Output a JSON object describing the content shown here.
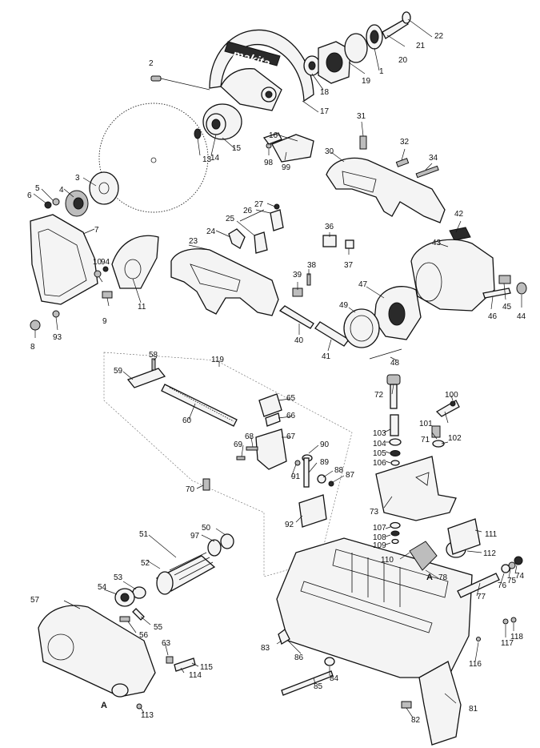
{
  "brand_logo": "makita",
  "group_markers": {
    "a_left": "A",
    "a_right": "A"
  },
  "callouts": [
    {
      "id": "1",
      "text": "1"
    },
    {
      "id": "2",
      "text": "2"
    },
    {
      "id": "3",
      "text": "3"
    },
    {
      "id": "4",
      "text": "4"
    },
    {
      "id": "5",
      "text": "5"
    },
    {
      "id": "6",
      "text": "6"
    },
    {
      "id": "7",
      "text": "7"
    },
    {
      "id": "8",
      "text": "8"
    },
    {
      "id": "9",
      "text": "9"
    },
    {
      "id": "10",
      "text": "10"
    },
    {
      "id": "11",
      "text": "11"
    },
    {
      "id": "13",
      "text": "13"
    },
    {
      "id": "14",
      "text": "14"
    },
    {
      "id": "15",
      "text": "15"
    },
    {
      "id": "16",
      "text": "16"
    },
    {
      "id": "17",
      "text": "17"
    },
    {
      "id": "18",
      "text": "18"
    },
    {
      "id": "19",
      "text": "19"
    },
    {
      "id": "20",
      "text": "20"
    },
    {
      "id": "21",
      "text": "21"
    },
    {
      "id": "22",
      "text": "22"
    },
    {
      "id": "23",
      "text": "23"
    },
    {
      "id": "24",
      "text": "24"
    },
    {
      "id": "25",
      "text": "25"
    },
    {
      "id": "26",
      "text": "26"
    },
    {
      "id": "27",
      "text": "27"
    },
    {
      "id": "30",
      "text": "30"
    },
    {
      "id": "31",
      "text": "31"
    },
    {
      "id": "32",
      "text": "32"
    },
    {
      "id": "34",
      "text": "34"
    },
    {
      "id": "36",
      "text": "36"
    },
    {
      "id": "37",
      "text": "37"
    },
    {
      "id": "38",
      "text": "38"
    },
    {
      "id": "39",
      "text": "39"
    },
    {
      "id": "40",
      "text": "40"
    },
    {
      "id": "41",
      "text": "41"
    },
    {
      "id": "42",
      "text": "42"
    },
    {
      "id": "43",
      "text": "43"
    },
    {
      "id": "44",
      "text": "44"
    },
    {
      "id": "45",
      "text": "45"
    },
    {
      "id": "46",
      "text": "46"
    },
    {
      "id": "47",
      "text": "47"
    },
    {
      "id": "48",
      "text": "48"
    },
    {
      "id": "49",
      "text": "49"
    },
    {
      "id": "50",
      "text": "50"
    },
    {
      "id": "51",
      "text": "51"
    },
    {
      "id": "52",
      "text": "52"
    },
    {
      "id": "53",
      "text": "53"
    },
    {
      "id": "54",
      "text": "54"
    },
    {
      "id": "55",
      "text": "55"
    },
    {
      "id": "56",
      "text": "56"
    },
    {
      "id": "57",
      "text": "57"
    },
    {
      "id": "58",
      "text": "58"
    },
    {
      "id": "59",
      "text": "59"
    },
    {
      "id": "60",
      "text": "60"
    },
    {
      "id": "63",
      "text": "63"
    },
    {
      "id": "65",
      "text": "65"
    },
    {
      "id": "66",
      "text": "66"
    },
    {
      "id": "67",
      "text": "67"
    },
    {
      "id": "68",
      "text": "68"
    },
    {
      "id": "69",
      "text": "69"
    },
    {
      "id": "70",
      "text": "70"
    },
    {
      "id": "71",
      "text": "71"
    },
    {
      "id": "72",
      "text": "72"
    },
    {
      "id": "73",
      "text": "73"
    },
    {
      "id": "74",
      "text": "74"
    },
    {
      "id": "75",
      "text": "75"
    },
    {
      "id": "76",
      "text": "76"
    },
    {
      "id": "77",
      "text": "77"
    },
    {
      "id": "78",
      "text": "78"
    },
    {
      "id": "81",
      "text": "81"
    },
    {
      "id": "82",
      "text": "82"
    },
    {
      "id": "83",
      "text": "83"
    },
    {
      "id": "84",
      "text": "84"
    },
    {
      "id": "85",
      "text": "85"
    },
    {
      "id": "86",
      "text": "86"
    },
    {
      "id": "87",
      "text": "87"
    },
    {
      "id": "88",
      "text": "88"
    },
    {
      "id": "89",
      "text": "89"
    },
    {
      "id": "90",
      "text": "90"
    },
    {
      "id": "91",
      "text": "91"
    },
    {
      "id": "92",
      "text": "92"
    },
    {
      "id": "93",
      "text": "93"
    },
    {
      "id": "94",
      "text": "94"
    },
    {
      "id": "97",
      "text": "97"
    },
    {
      "id": "98",
      "text": "98"
    },
    {
      "id": "99",
      "text": "99"
    },
    {
      "id": "100",
      "text": "100"
    },
    {
      "id": "101",
      "text": "101"
    },
    {
      "id": "102",
      "text": "102"
    },
    {
      "id": "103",
      "text": "103"
    },
    {
      "id": "104",
      "text": "104"
    },
    {
      "id": "105",
      "text": "105"
    },
    {
      "id": "106",
      "text": "106"
    },
    {
      "id": "107",
      "text": "107"
    },
    {
      "id": "108",
      "text": "108"
    },
    {
      "id": "109",
      "text": "109"
    },
    {
      "id": "110",
      "text": "110"
    },
    {
      "id": "111",
      "text": "111"
    },
    {
      "id": "112",
      "text": "112"
    },
    {
      "id": "113",
      "text": "113"
    },
    {
      "id": "114",
      "text": "114"
    },
    {
      "id": "115",
      "text": "115"
    },
    {
      "id": "116",
      "text": "116"
    },
    {
      "id": "117",
      "text": "117"
    },
    {
      "id": "118",
      "text": "118"
    },
    {
      "id": "119",
      "text": "119"
    }
  ]
}
